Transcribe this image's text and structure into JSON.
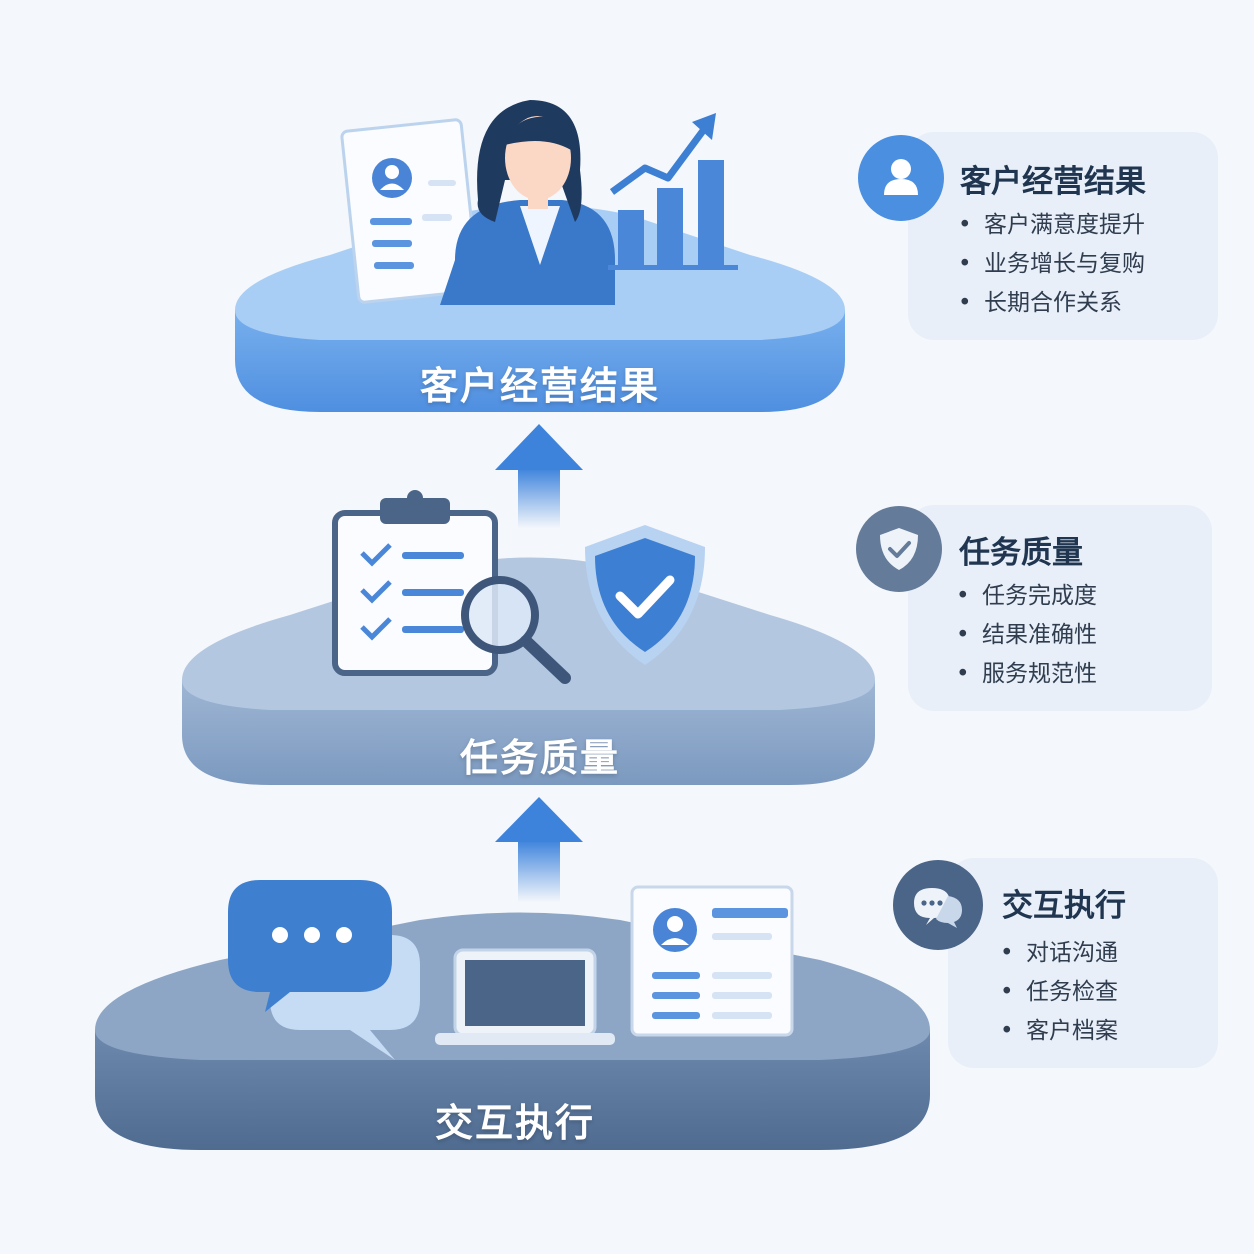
{
  "tiers": [
    {
      "id": "outcome",
      "label": "客户经营结果",
      "top_color": "#a8cdf5",
      "side_color": "#5f9ee6"
    },
    {
      "id": "quality",
      "label": "任务质量",
      "top_color": "#b2c7e1",
      "side_color": "#88a6cb"
    },
    {
      "id": "execution",
      "label": "交互执行",
      "top_color": "#8ea7c7",
      "side_color": "#5f7b9f"
    }
  ],
  "cards": [
    {
      "id": "outcome",
      "title": "客户经营结果",
      "badge_icon": "user-icon",
      "badge_color": "#4a8fe0",
      "items": [
        "客户满意度提升",
        "业务增长与复购",
        "长期合作关系"
      ]
    },
    {
      "id": "quality",
      "title": "任务质量",
      "badge_icon": "shield-check-icon",
      "badge_color": "#647b99",
      "items": [
        "任务完成度",
        "结果准确性",
        "服务规范性"
      ]
    },
    {
      "id": "execution",
      "title": "交互执行",
      "badge_icon": "chat-icon",
      "badge_color": "#4a6587",
      "items": [
        "对话沟通",
        "任务检查",
        "客户档案"
      ]
    }
  ],
  "colors": {
    "accent": "#3a7fd8",
    "background": "#f4f7fb",
    "card": "#e8eff8",
    "text_dark": "#1f3550"
  }
}
